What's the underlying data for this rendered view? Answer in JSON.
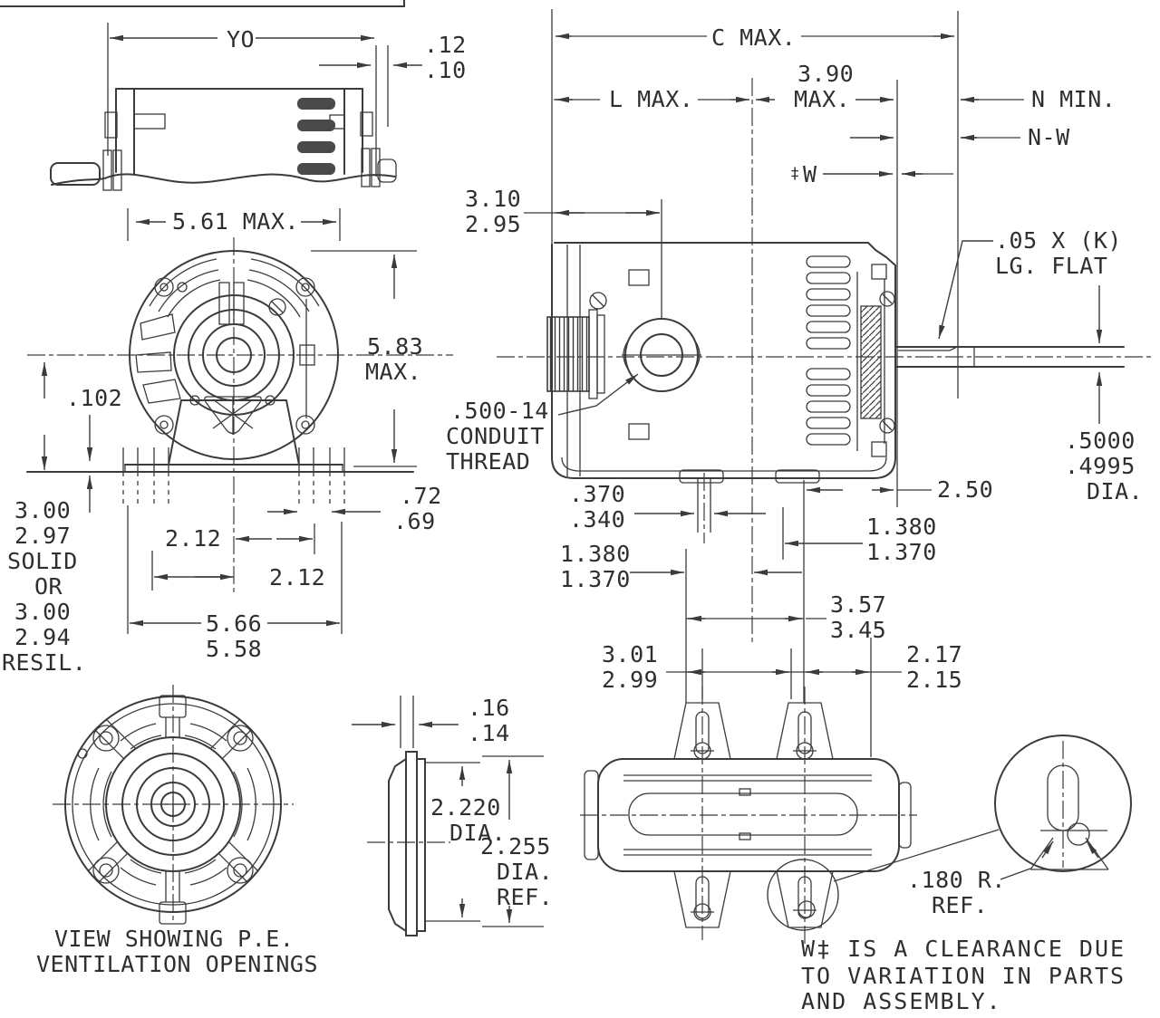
{
  "colors": {
    "line": "#3b3b3b",
    "text": "#2f2f2f",
    "background": "#ffffff"
  },
  "top_view": {
    "yo": "YO",
    "tol_top": ".12",
    "tol_bot": ".10"
  },
  "front_view": {
    "width": "5.61 MAX.",
    "height_1": "5.83",
    "height_2": "MAX.",
    "pad_offset": ".102",
    "shaft_height": [
      "3.00",
      "2.97",
      "SOLID",
      "OR",
      "3.00",
      "2.94",
      "RESIL."
    ],
    "bolt_right": "2.12",
    "bolt_left": "2.12",
    "base_width_1": "5.66",
    "base_width_2": "5.58",
    "slot_1": ".72",
    "slot_2": ".69"
  },
  "side_view": {
    "c_max": "C MAX.",
    "l_max": "L MAX.",
    "hub_len_1": "3.90",
    "hub_len_2": "MAX.",
    "n_min": "N MIN.",
    "n_w": "N-W",
    "w_sym": "‡",
    "w": "W",
    "conduit_pos_1": "3.10",
    "conduit_pos_2": "2.95",
    "conduit_thread": [
      ".500-14",
      "CONDUIT",
      "THREAD"
    ],
    "flat_1": ".05 X (K)",
    "flat_2": "LG. FLAT",
    "shaft_dia": [
      ".5000",
      ".4995",
      "DIA."
    ],
    "shaft_ext": "2.50",
    "slot_w_1": ".370",
    "slot_w_2": ".340",
    "slot_left_1": "1.380",
    "slot_left_2": "1.370",
    "slot_right_1": "1.380",
    "slot_right_2": "1.370",
    "foot_span_1": "3.57",
    "foot_span_2": "3.45",
    "base_len_1": "3.01",
    "base_len_2": "2.99",
    "end_len_1": "2.17",
    "end_len_2": "2.15"
  },
  "rear_view": {
    "caption_1": "VIEW SHOWING P.E.",
    "caption_2": "VENTILATION OPENINGS"
  },
  "hub_view": {
    "width_1": ".16",
    "width_2": ".14",
    "dia_1": "2.220",
    "dia_1b": "DIA.",
    "dia_2": "2.255",
    "dia_2b": "DIA.",
    "dia_2c": "REF."
  },
  "base_view": {
    "radius_1": ".180 R.",
    "radius_2": "REF.",
    "note": [
      "W‡ IS A CLEARANCE DUE",
      "TO VARIATION IN PARTS",
      "AND ASSEMBLY."
    ]
  }
}
